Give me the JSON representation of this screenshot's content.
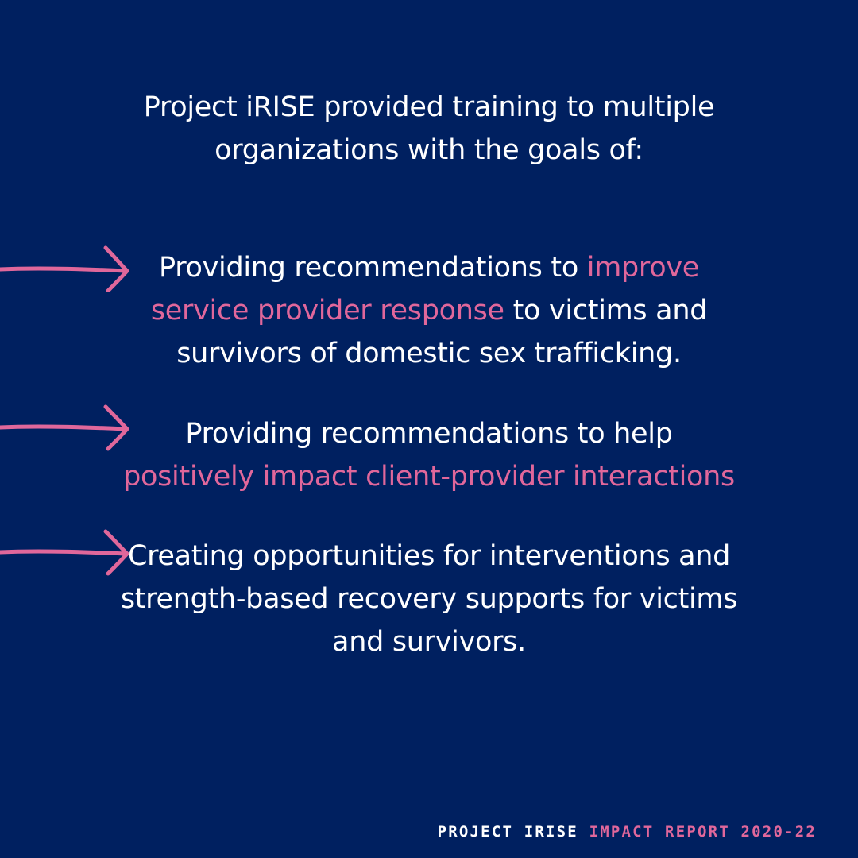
{
  "intro": {
    "line1": "Project iRISE provided training to multiple",
    "line2": "organizations with the goals of:"
  },
  "goals": [
    {
      "pre": "Providing recommendations to ",
      "highlight": "improve service provider response",
      "post": " to victims and survivors of domestic sex trafficking."
    },
    {
      "pre": "Providing recommendations to help ",
      "highlight": "positively impact client-provider interactions",
      "post": ""
    },
    {
      "pre": "Creating opportunities for interventions and strength-based recovery supports for victims and survivors.",
      "highlight": "",
      "post": ""
    }
  ],
  "footer": {
    "brand": "PROJECT IRISE",
    "report": "IMPACT REPORT 2020-22"
  },
  "colors": {
    "background": "#002060",
    "accent": "#e0679b",
    "text": "#ffffff"
  },
  "icons": [
    "arrow-right-icon",
    "arrow-right-icon",
    "arrow-right-icon"
  ]
}
